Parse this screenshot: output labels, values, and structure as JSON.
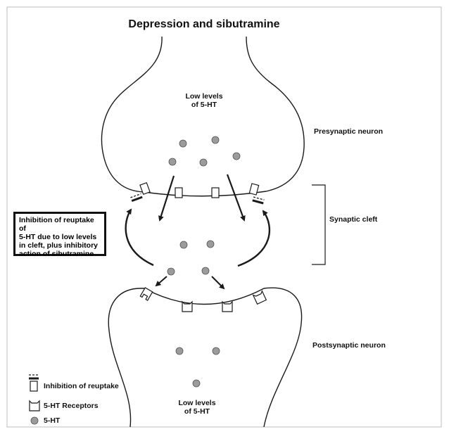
{
  "title": "Depression and sibutramine",
  "presynaptic": {
    "levels_line1": "Low levels",
    "levels_line2": "of 5-HT",
    "label": "Presynaptic neuron"
  },
  "cleft": {
    "label": "Synaptic cleft"
  },
  "postsynaptic": {
    "label": "Postsynaptic neuron",
    "levels_line1": "Low levels",
    "levels_line2": "of 5-HT"
  },
  "callout": {
    "lines": [
      "Inhibition of reuptake of",
      "5-HT due to low levels",
      "in cleft, plus inhibitory",
      "action of sibutramine"
    ]
  },
  "legend": {
    "items": [
      {
        "icon": "inhibition-of-reuptake-icon",
        "label": "Inhibition of reuptake"
      },
      {
        "icon": "5ht-receptor-icon",
        "label": "5-HT Receptors"
      },
      {
        "icon": "5ht-molecule-icon",
        "label": "5-HT"
      }
    ]
  },
  "colors": {
    "outline": "#1a1a1a",
    "molecule_fill": "#9b9b9b",
    "molecule_stroke": "#555555",
    "frame": "#bdbdbd"
  }
}
